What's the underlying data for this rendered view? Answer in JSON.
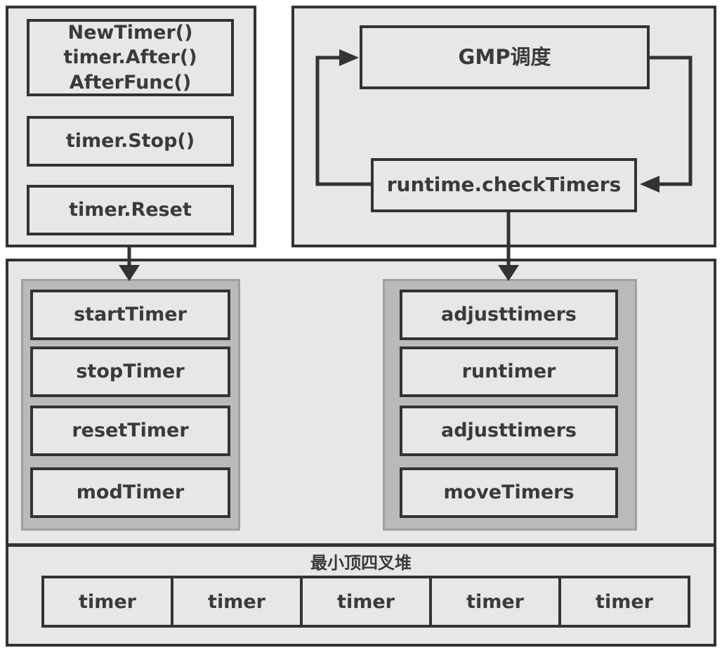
{
  "diagram": {
    "api_panel": {
      "boxes": [
        {
          "label": "NewTimer()\ntimer.After()\nAfterFunc()"
        },
        {
          "label": "timer.Stop()"
        },
        {
          "label": "timer.Reset"
        }
      ]
    },
    "scheduler_panel": {
      "gmp_label": "GMP调度",
      "check_timers_label": "runtime.checkTimers"
    },
    "runtime_panel": {
      "left_stack": [
        "startTimer",
        "stopTimer",
        "resetTimer",
        "modTimer"
      ],
      "right_stack": [
        "adjusttimers",
        "runtimer",
        "adjusttimers",
        "moveTimers"
      ],
      "heap": {
        "title": "最小顶四叉堆",
        "cells": [
          "timer",
          "timer",
          "timer",
          "timer",
          "timer"
        ]
      }
    },
    "colors": {
      "border": "#333333",
      "panel_bg": "#e7e7e7",
      "tray_bg": "#bababa",
      "tray_border": "#9f9f9f",
      "text": "#3a3a3a",
      "page_bg": "#ffffff"
    }
  }
}
